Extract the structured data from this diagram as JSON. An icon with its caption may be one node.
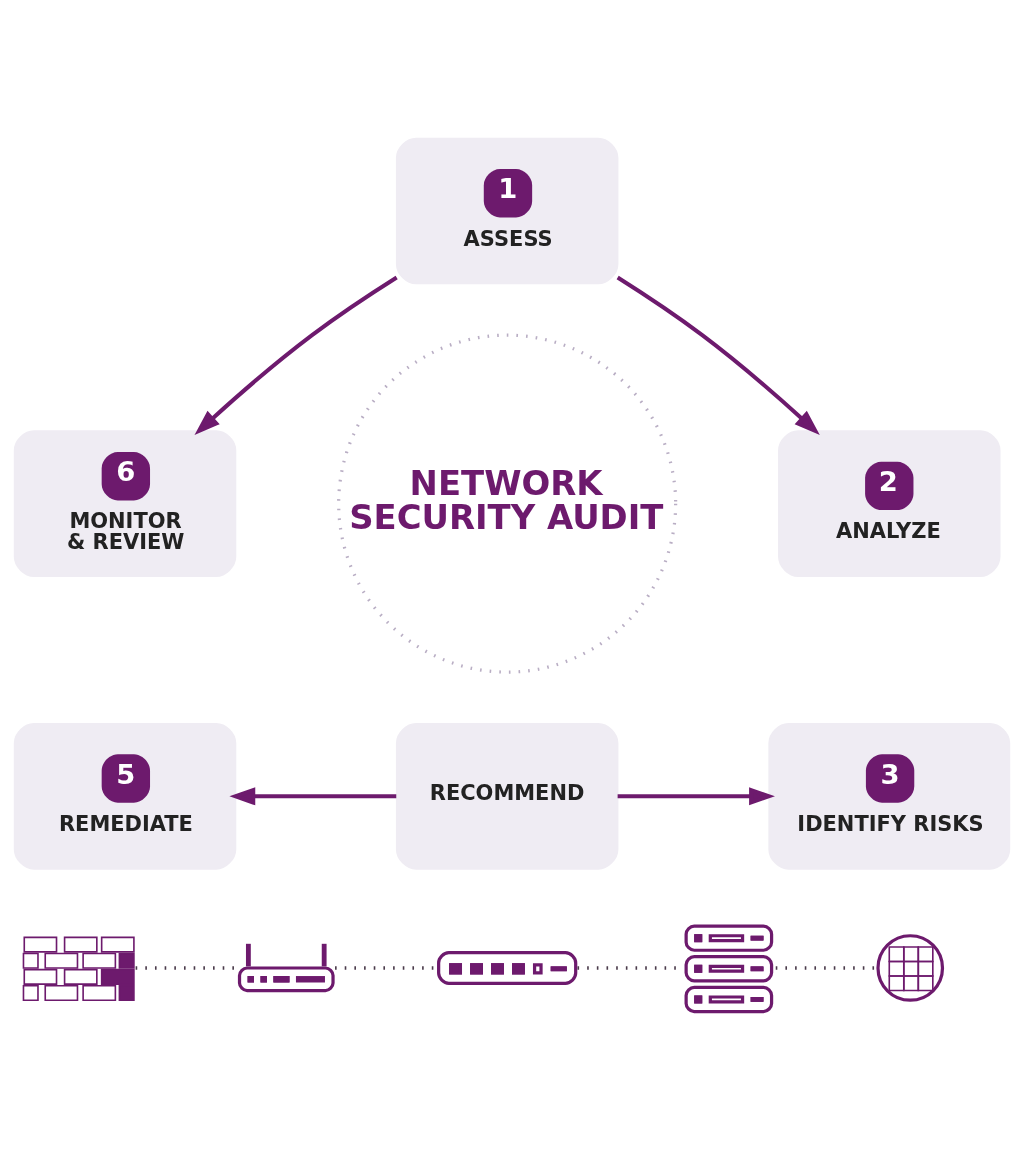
{
  "diagram": {
    "nodes": [
      {
        "text": [
          "1",
          "ASSESS"
        ]
      },
      {
        "text": [
          "2",
          "ANALYZE"
        ]
      },
      {
        "text": [
          "3",
          "IDENTIFY RISKS"
        ]
      },
      {
        "text": [
          "RECOMMEND"
        ]
      },
      {
        "text": [
          "5",
          "REMEDIATE"
        ]
      },
      {
        "text": [
          "6",
          "MONITOR & REVIEW"
        ]
      },
      {
        "text": [
          "NETWORK SECURITY AUDIT"
        ]
      },
      {
        "text": [],
        "shape": "picture"
      },
      {
        "text": [],
        "shape": "picture"
      },
      {
        "text": [],
        "shape": "picture"
      },
      {
        "text": [],
        "shape": "picture"
      },
      {
        "text": [],
        "shape": "picture"
      }
    ],
    "edges": [
      {
        "from": 0,
        "to": 5,
        "arrow": "to"
      },
      {
        "from": 0,
        "to": 1,
        "arrow": "to"
      },
      {
        "from": 3,
        "to": 4,
        "arrow": "to"
      },
      {
        "from": 3,
        "to": 2,
        "arrow": "to"
      },
      {
        "from": 7,
        "to": 8,
        "arrow": "none",
        "style": "dashed",
        "color": "#4a3a4a"
      },
      {
        "from": 8,
        "to": 9,
        "arrow": "none",
        "style": "dashed",
        "color": "#4a3a4a"
      },
      {
        "from": 9,
        "to": 10,
        "arrow": "none",
        "style": "dashed",
        "color": "#4a3a4a"
      },
      {
        "from": 10,
        "to": 11,
        "arrow": "none",
        "style": "dashed",
        "color": "#4a3a4a"
      }
    ]
  }
}
